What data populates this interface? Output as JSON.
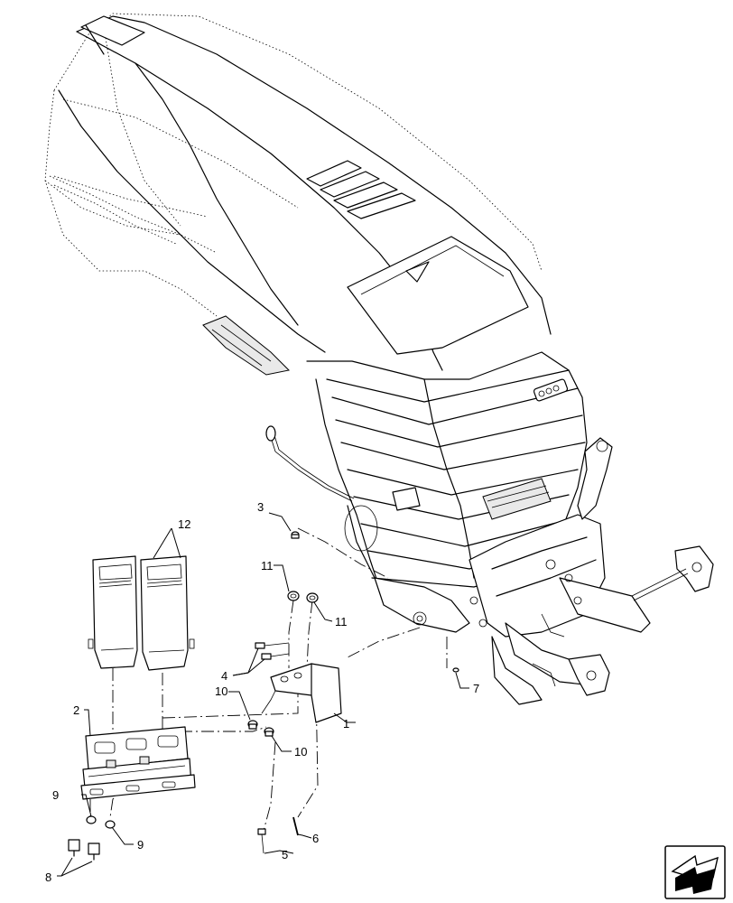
{
  "callouts": [
    {
      "id": "1",
      "label": "1"
    },
    {
      "id": "2",
      "label": "2"
    },
    {
      "id": "3",
      "label": "3"
    },
    {
      "id": "4",
      "label": "4"
    },
    {
      "id": "5",
      "label": "5"
    },
    {
      "id": "6",
      "label": "6"
    },
    {
      "id": "7",
      "label": "7"
    },
    {
      "id": "8",
      "label": "8"
    },
    {
      "id": "9a",
      "label": "9"
    },
    {
      "id": "9b",
      "label": "9"
    },
    {
      "id": "10a",
      "label": "10"
    },
    {
      "id": "10b",
      "label": "10"
    },
    {
      "id": "11a",
      "label": "11"
    },
    {
      "id": "11b",
      "label": "11"
    },
    {
      "id": "12",
      "label": "12"
    }
  ],
  "icons": {
    "nav": "view-direction-arrow-icon",
    "hood_logo": "brand-logo"
  },
  "colors": {
    "line": "#000000",
    "background": "#ffffff",
    "shade": "#e9e9e9"
  }
}
